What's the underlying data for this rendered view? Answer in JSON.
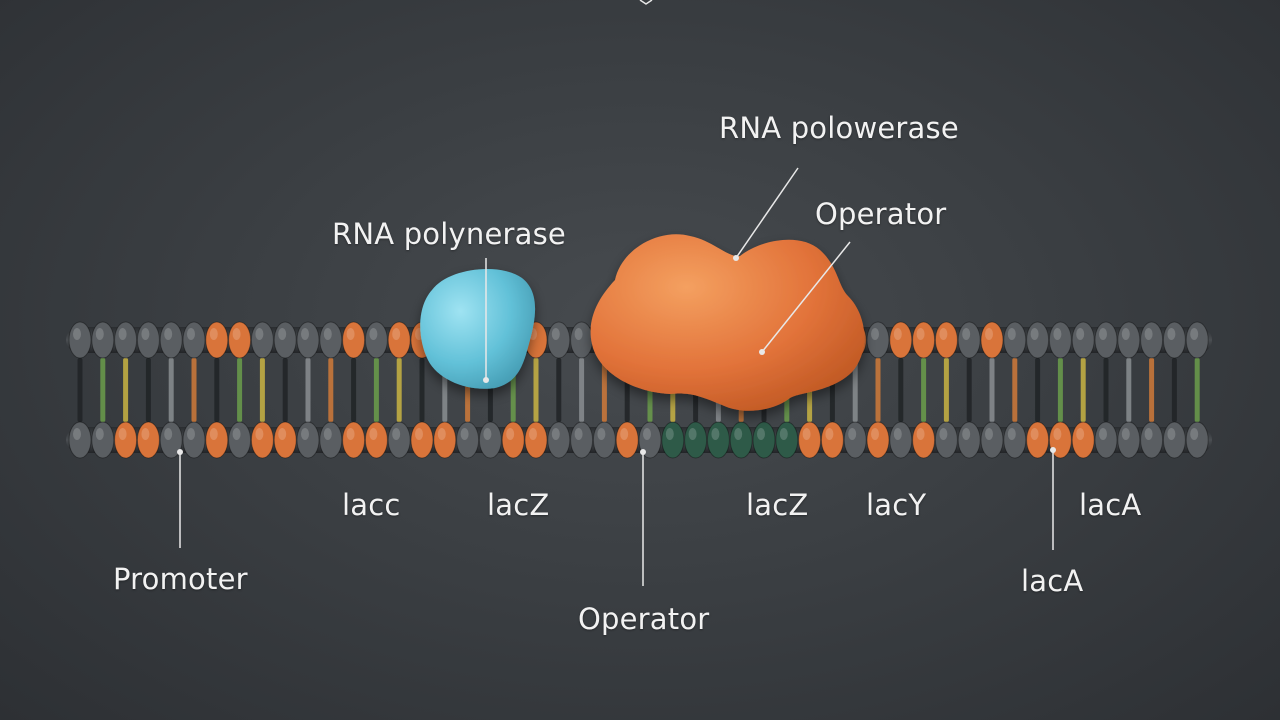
{
  "labels": {
    "rna_polymerase_top": "RNA polowerase",
    "rna_polymerase_left": "RNA polуnerase",
    "operator_top": "Operator",
    "operator_bottom": "Operator",
    "promoter": "Promoter",
    "lacc": "lacc",
    "lacz_1": "lacZ",
    "lacz_2": "lacZ",
    "lacy": "lacY",
    "laca_top": "lacA",
    "laca_bottom": "lacA"
  },
  "colors": {
    "background": "#3b3f43",
    "bead_gray": "#5a5e62",
    "bead_orange": "#d9743a",
    "bead_green": "#2e5a48",
    "rna_polymerase_blob": "#6cc6dc",
    "repressor_blob": "#e57a3c",
    "label_text": "#f2f2f2",
    "leader_line": "#e8e8e8"
  }
}
